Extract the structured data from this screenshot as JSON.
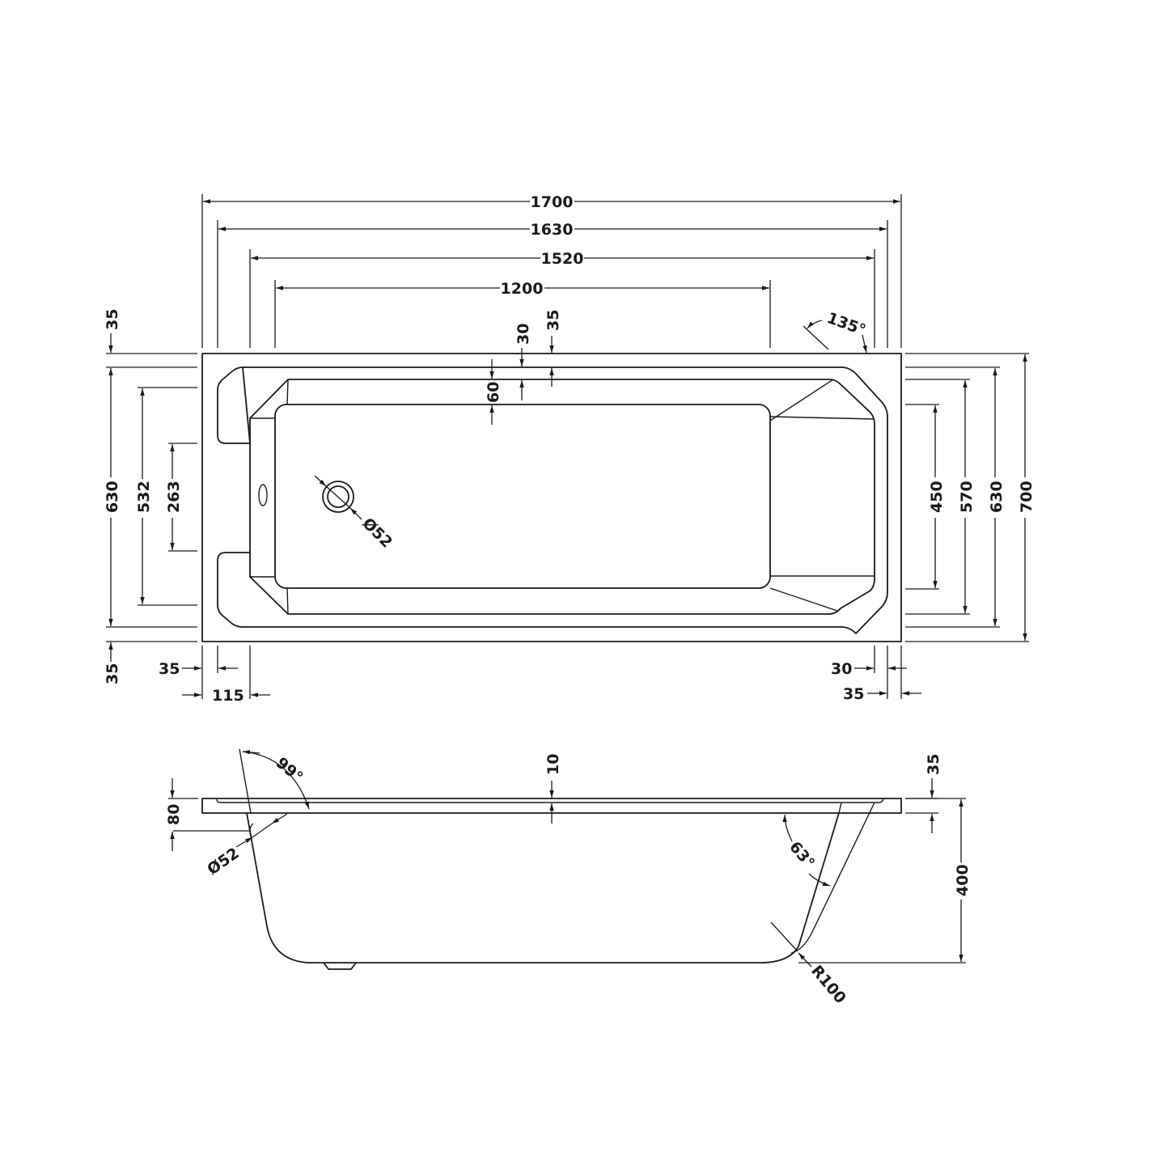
{
  "drawing": {
    "title": "Bath technical drawing",
    "colors": {
      "line": "#1a1a1a",
      "background": "#ffffff"
    },
    "plan_view": {
      "widths": {
        "overall": "1700",
        "inner_rim": "1630",
        "bath_inner": "1520",
        "floor_length": "1200"
      },
      "left_heights": {
        "top_rim": "35",
        "inner_rim": "630",
        "bath_inner": "532",
        "end_flat": "263",
        "bottom_rim": "35"
      },
      "right_heights": {
        "floor_width": "450",
        "bath_inner": "570",
        "inner_rim": "630",
        "overall": "700"
      },
      "top_small": {
        "floor_offset": "60",
        "step": "30",
        "rim": "35"
      },
      "bottom_left": {
        "rim": "35",
        "end": "115"
      },
      "bottom_right": {
        "step": "30",
        "rim": "35"
      },
      "corner_angle": "135°",
      "waste_diameter": "Ø52"
    },
    "side_view": {
      "end_angle": "99°",
      "rim_lip": "10",
      "overflow_height": "80",
      "overflow_diameter": "Ø52",
      "rim_thickness": "35",
      "depth": "400",
      "slope_angle": "63°",
      "corner_radius": "R100"
    }
  }
}
